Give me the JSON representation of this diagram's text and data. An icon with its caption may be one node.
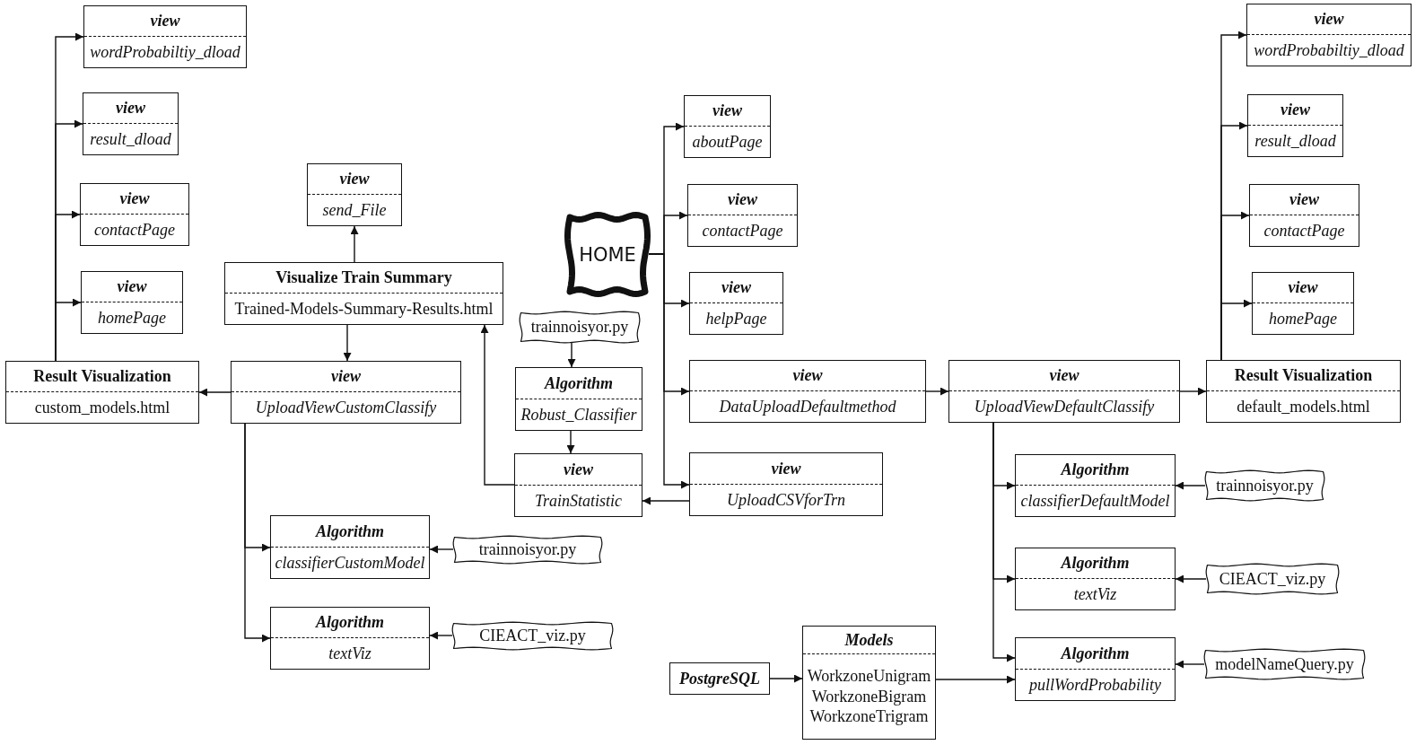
{
  "diagram": {
    "nodes": [
      {
        "text": [
          "view",
          "wordProbabiltiy_dload"
        ]
      },
      {
        "text": [
          "view",
          "result_dload"
        ]
      },
      {
        "text": [
          "view",
          "contactPage"
        ]
      },
      {
        "text": [
          "view",
          "homePage"
        ]
      },
      {
        "text": [
          "Result Visualization",
          "custom_models.html"
        ]
      },
      {
        "text": [
          "view",
          "send_File"
        ]
      },
      {
        "text": [
          "Visualize Train Summary",
          "Trained-Models-Summary-Results.html"
        ]
      },
      {
        "text": [
          "view",
          "UploadViewCustomClassify"
        ]
      },
      {
        "text": [
          "HOME"
        ]
      },
      {
        "text": [
          "trainnoisyor.py"
        ]
      },
      {
        "text": [
          "Algorithm",
          "Robust_Classifier"
        ]
      },
      {
        "text": [
          "view",
          "TrainStatistic"
        ]
      },
      {
        "text": [
          "view",
          "aboutPage"
        ]
      },
      {
        "text": [
          "view",
          "contactPage"
        ]
      },
      {
        "text": [
          "view",
          "helpPage"
        ]
      },
      {
        "text": [
          "view",
          "DataUploadDefaultmethod"
        ]
      },
      {
        "text": [
          "view",
          "UploadCSVforTrn"
        ]
      },
      {
        "text": [
          "view",
          "UploadViewDefaultClassify"
        ]
      },
      {
        "text": [
          "Result Visualization",
          "default_models.html"
        ]
      },
      {
        "text": [
          "view",
          "wordProbabiltiy_dload"
        ]
      },
      {
        "text": [
          "view",
          "result_dload"
        ]
      },
      {
        "text": [
          "view",
          "contactPage"
        ]
      },
      {
        "text": [
          "view",
          "homePage"
        ]
      },
      {
        "text": [
          "Algorithm",
          "classifierCustomModel"
        ]
      },
      {
        "text": [
          "trainnoisyor.py"
        ]
      },
      {
        "text": [
          "Algorithm",
          "classifierDefaultModel"
        ]
      },
      {
        "text": [
          "trainnoisyor.py"
        ]
      },
      {
        "text": [
          "Algorithm",
          "textViz"
        ]
      },
      {
        "text": [
          "CIEACT_viz.py"
        ]
      },
      {
        "text": [
          "Algorithm",
          "textViz"
        ]
      },
      {
        "text": [
          "CIEACT_viz.py"
        ]
      },
      {
        "text": [
          "Models",
          "WorkzoneUnigram",
          "WorkzoneBigram",
          "WorkzoneTrigram"
        ]
      },
      {
        "text": [
          "PostgreSQL"
        ]
      },
      {
        "text": [
          "Algorithm",
          "pullWordProbability"
        ]
      },
      {
        "text": [
          "modelNameQuery.py"
        ]
      }
    ],
    "edges": [
      {
        "from": 4,
        "to": 0,
        "arrow": "to"
      },
      {
        "from": 4,
        "to": 1,
        "arrow": "to"
      },
      {
        "from": 4,
        "to": 2,
        "arrow": "to"
      },
      {
        "from": 4,
        "to": 3,
        "arrow": "to"
      },
      {
        "from": 7,
        "to": 4,
        "arrow": "to"
      },
      {
        "from": 6,
        "to": 5,
        "arrow": "to"
      },
      {
        "from": 6,
        "to": 7,
        "arrow": "to"
      },
      {
        "from": 11,
        "to": 6,
        "arrow": "to"
      },
      {
        "from": 9,
        "to": 10,
        "arrow": "to"
      },
      {
        "from": 10,
        "to": 11,
        "arrow": "to"
      },
      {
        "from": 8,
        "to": 12,
        "arrow": "to"
      },
      {
        "from": 8,
        "to": 13,
        "arrow": "to"
      },
      {
        "from": 8,
        "to": 14,
        "arrow": "to"
      },
      {
        "from": 8,
        "to": 15,
        "arrow": "to"
      },
      {
        "from": 8,
        "to": 16,
        "arrow": "to"
      },
      {
        "from": 16,
        "to": 11,
        "arrow": "to"
      },
      {
        "from": 15,
        "to": 17,
        "arrow": "to"
      },
      {
        "from": 17,
        "to": 18,
        "arrow": "to"
      },
      {
        "from": 18,
        "to": 19,
        "arrow": "to"
      },
      {
        "from": 18,
        "to": 20,
        "arrow": "to"
      },
      {
        "from": 18,
        "to": 21,
        "arrow": "to"
      },
      {
        "from": 18,
        "to": 22,
        "arrow": "to"
      },
      {
        "from": 7,
        "to": 23,
        "arrow": "to"
      },
      {
        "from": 7,
        "to": 27,
        "arrow": "to"
      },
      {
        "from": 24,
        "to": 23,
        "arrow": "to"
      },
      {
        "from": 28,
        "to": 27,
        "arrow": "to"
      },
      {
        "from": 17,
        "to": 25,
        "arrow": "to"
      },
      {
        "from": 17,
        "to": 29,
        "arrow": "to"
      },
      {
        "from": 17,
        "to": 33,
        "arrow": "to"
      },
      {
        "from": 26,
        "to": 25,
        "arrow": "to"
      },
      {
        "from": 30,
        "to": 29,
        "arrow": "to"
      },
      {
        "from": 34,
        "to": 33,
        "arrow": "to"
      },
      {
        "from": 32,
        "to": 31,
        "arrow": "to"
      },
      {
        "from": 31,
        "to": 33,
        "arrow": "to"
      }
    ]
  }
}
